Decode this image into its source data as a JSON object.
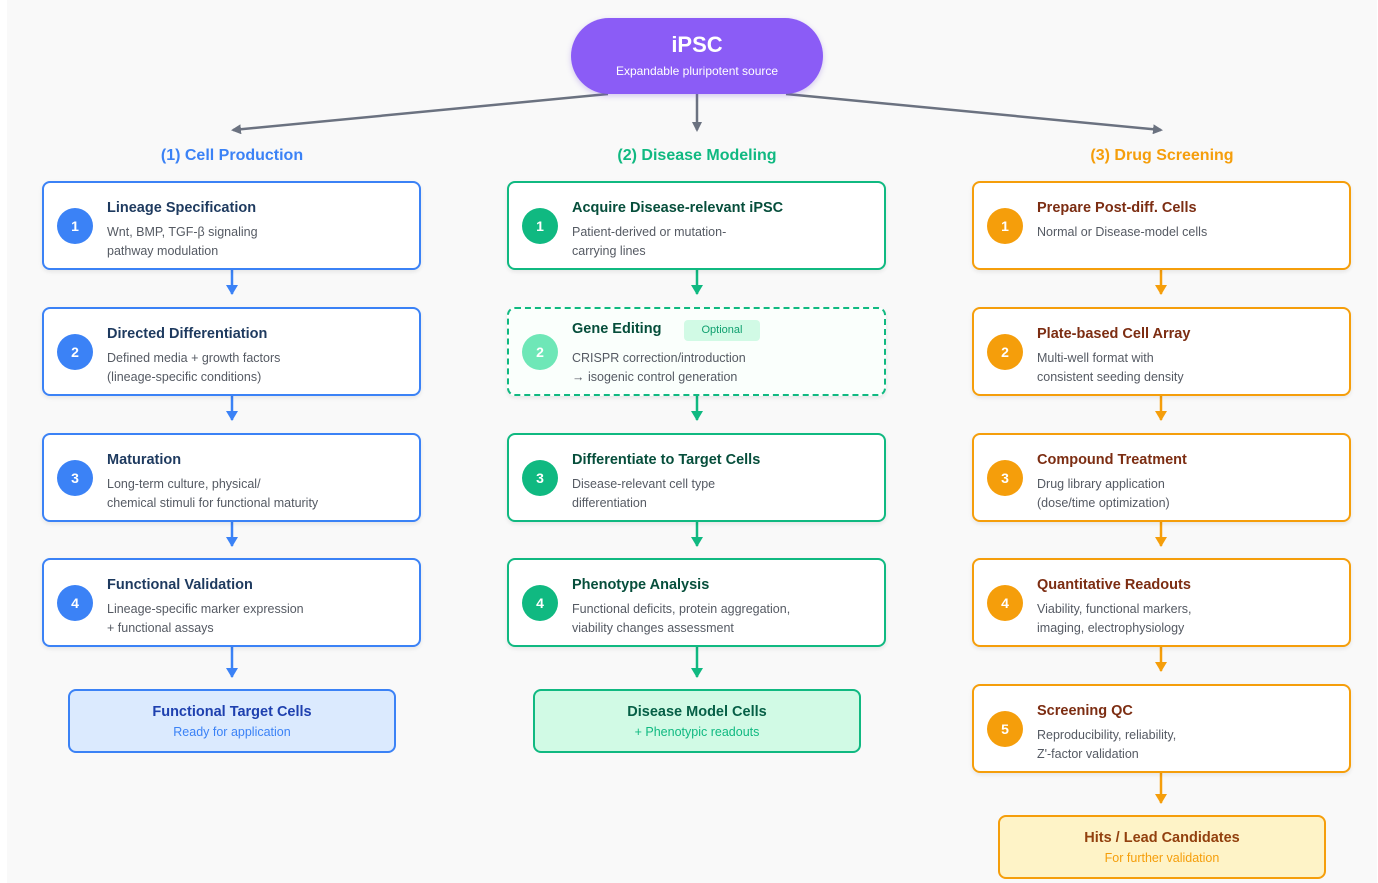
{
  "colors": {
    "root": "#8b5cf6",
    "connector": "#6b7280",
    "blue": "#3b82f6",
    "green": "#10b981",
    "orange": "#f59e0b"
  },
  "root": {
    "title": "iPSC",
    "subtitle": "Expandable pluripotent source"
  },
  "columns": [
    {
      "title": "(1) Cell Production",
      "steps": [
        {
          "num": "1",
          "title": "Lineage Specification",
          "desc": [
            "Wnt, BMP, TGF-β signaling",
            "pathway modulation"
          ]
        },
        {
          "num": "2",
          "title": "Directed Differentiation",
          "desc": [
            "Defined media + growth factors",
            "(lineage-specific conditions)"
          ]
        },
        {
          "num": "3",
          "title": "Maturation",
          "desc": [
            "Long-term culture, physical/",
            "chemical stimuli for functional maturity"
          ]
        },
        {
          "num": "4",
          "title": "Functional Validation",
          "desc": [
            "Lineage-specific marker expression",
            "+ functional assays"
          ]
        }
      ],
      "outcome": {
        "title": "Functional Target Cells",
        "subtitle": "Ready for application"
      }
    },
    {
      "title": "(2) Disease Modeling",
      "steps": [
        {
          "num": "1",
          "title": "Acquire Disease-relevant iPSC",
          "desc": [
            "Patient-derived or mutation-",
            "carrying lines"
          ]
        },
        {
          "num": "2",
          "title": "Gene Editing",
          "badge": "Optional",
          "optional": true,
          "desc": [
            "CRISPR correction/introduction",
            "→ isogenic control generation"
          ]
        },
        {
          "num": "3",
          "title": "Differentiate to Target Cells",
          "desc": [
            "Disease-relevant cell type",
            "differentiation"
          ]
        },
        {
          "num": "4",
          "title": "Phenotype Analysis",
          "desc": [
            "Functional deficits, protein aggregation,",
            "viability changes assessment"
          ]
        }
      ],
      "outcome": {
        "title": "Disease Model Cells",
        "subtitle": "+ Phenotypic readouts"
      }
    },
    {
      "title": "(3) Drug Screening",
      "steps": [
        {
          "num": "1",
          "title": "Prepare Post-diff. Cells",
          "desc": [
            "Normal or Disease-model cells"
          ]
        },
        {
          "num": "2",
          "title": "Plate-based Cell Array",
          "desc": [
            "Multi-well format with",
            "consistent seeding density"
          ]
        },
        {
          "num": "3",
          "title": "Compound Treatment",
          "desc": [
            "Drug library application",
            "(dose/time optimization)"
          ]
        },
        {
          "num": "4",
          "title": "Quantitative Readouts",
          "desc": [
            "Viability, functional markers,",
            "imaging, electrophysiology"
          ]
        },
        {
          "num": "5",
          "title": "Screening QC",
          "desc": [
            "Reproducibility, reliability,",
            "Z'-factor validation"
          ]
        }
      ],
      "outcome": {
        "title": "Hits / Lead Candidates",
        "subtitle": "For further validation"
      }
    }
  ]
}
